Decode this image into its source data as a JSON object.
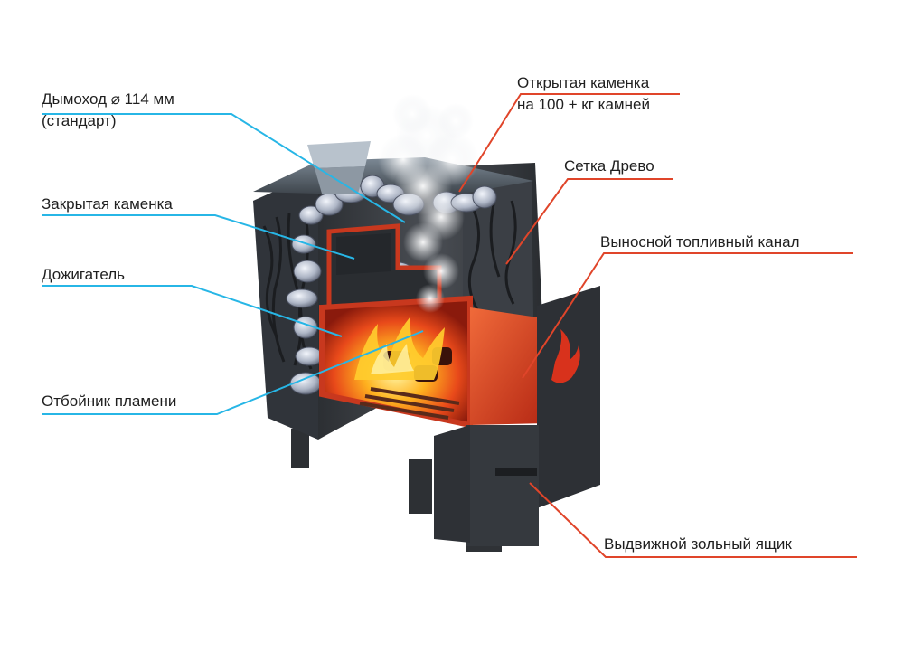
{
  "colors": {
    "left_leader": "#27b6e6",
    "right_leader": "#e0452a",
    "metal_dark": "#34373b",
    "metal_mid": "#4a4e53",
    "fire_red": "#d8321c",
    "flame_yellow": "#ffcc2e"
  },
  "callouts_left": [
    {
      "id": "chimney",
      "lines": [
        "Дымоход  ⌀ 114 мм",
        "(стандарт)"
      ]
    },
    {
      "id": "closed_heater",
      "lines": [
        "Закрытая каменка"
      ]
    },
    {
      "id": "afterburner",
      "lines": [
        "Дожигатель"
      ]
    },
    {
      "id": "flame_deflector",
      "lines": [
        "Отбойник пламени"
      ]
    }
  ],
  "callouts_right": [
    {
      "id": "open_heater",
      "lines": [
        "Открытая каменка",
        "на 100 + кг камней"
      ]
    },
    {
      "id": "mesh",
      "lines": [
        "Сетка Древо"
      ]
    },
    {
      "id": "fuel_channel",
      "lines": [
        "Выносной топливный канал"
      ]
    },
    {
      "id": "ash_drawer",
      "lines": [
        "Выдвижной зольный ящик"
      ]
    }
  ]
}
